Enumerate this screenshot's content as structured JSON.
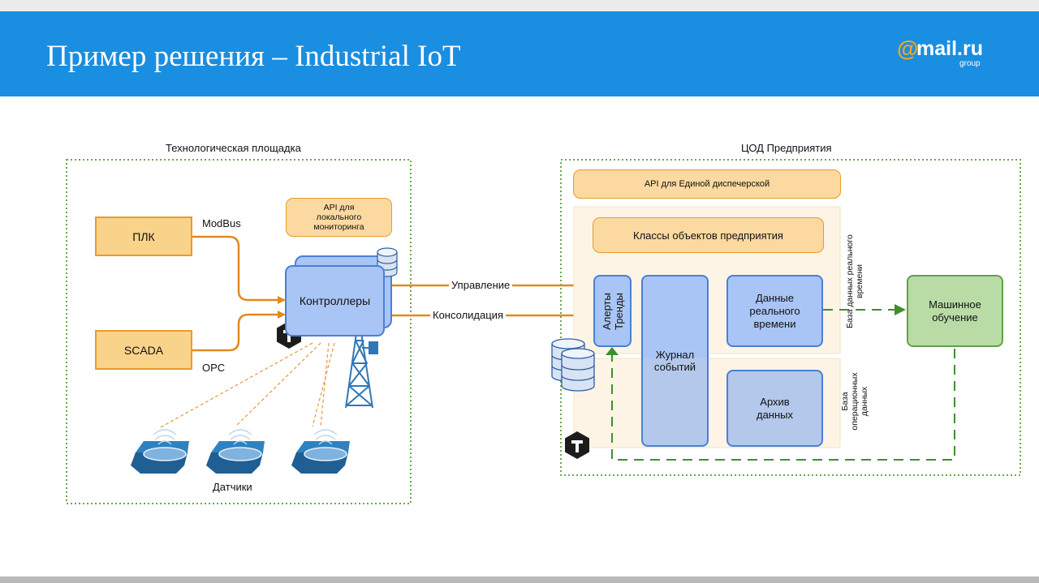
{
  "header": {
    "title": "Пример решения – Industrial IoT",
    "logo": {
      "at": "@",
      "main": "mail.ru",
      "sub": "group"
    },
    "colors": {
      "bar": "#1a8ee0",
      "logo_accent": "#f5a623"
    }
  },
  "site": {
    "title": "Технологическая площадка",
    "plc": "ПЛК",
    "scada": "SCADA",
    "modbus": "ModBus",
    "opc": "OPC",
    "controllers": "Контроллеры",
    "api_local": [
      "API для",
      "локального",
      "мониторинга"
    ],
    "sensors": "Датчики"
  },
  "flows": {
    "control": "Управление",
    "consolidation": "Консолидация"
  },
  "dc": {
    "title": "ЦОД Предприятия",
    "api_dispatch": "API для Единой диспечерской",
    "classes": "Классы объектов предприятия",
    "alerts": [
      "Алерты",
      "Тренды"
    ],
    "journal": [
      "Журнал",
      "событий"
    ],
    "realtime": [
      "Данные",
      "реального",
      "времени"
    ],
    "archive": [
      "Архив",
      "данных"
    ],
    "rt_db": [
      "База данных реального",
      "времени"
    ],
    "op_db": [
      "База",
      "операционных",
      "данных"
    ],
    "ml": [
      "Машинное",
      "обучение"
    ]
  },
  "icons": [
    "database-icon",
    "tarantool-logo-icon",
    "radio-tower-icon",
    "sensor-icon"
  ],
  "colors": {
    "orange_fill": "#fad38a",
    "orange_border": "#e99b2b",
    "blue_fill": "#a9c5f5",
    "blue_border": "#4b7fd6",
    "green_fill": "#b9dca7",
    "green_border": "#61a247",
    "arrow_orange": "#e08a1e",
    "dashed_green": "#3f8f2f"
  }
}
